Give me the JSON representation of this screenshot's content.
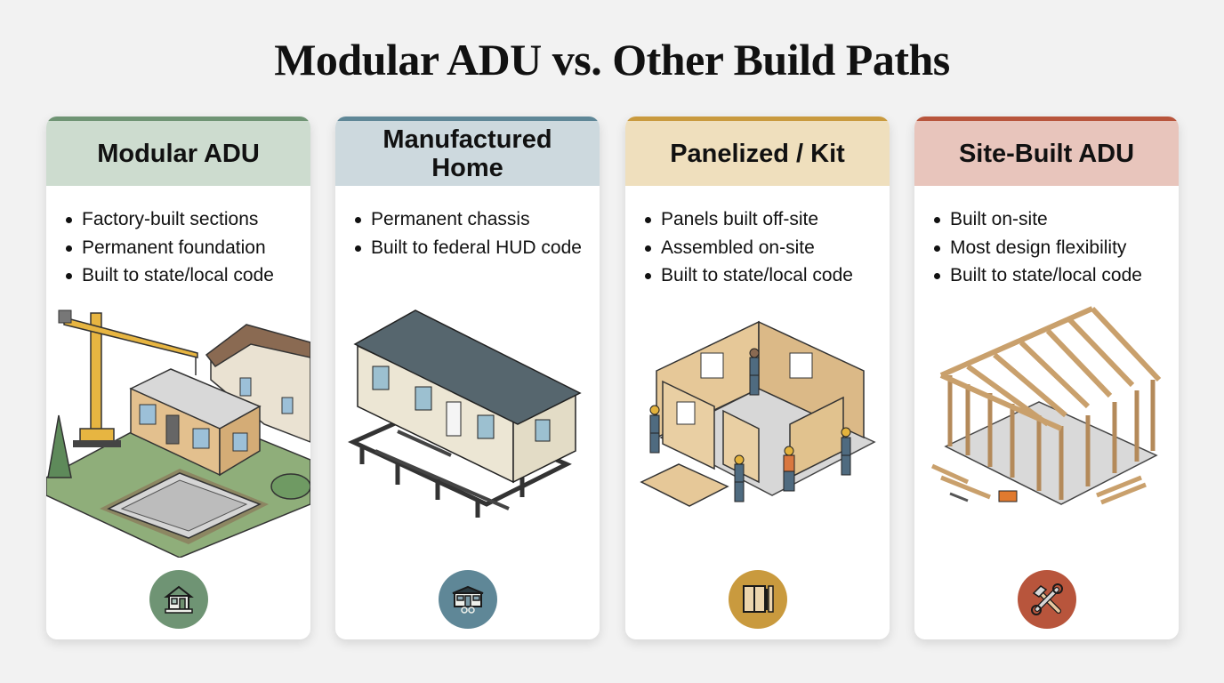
{
  "title": "Modular ADU vs. Other Build Paths",
  "cards": [
    {
      "heading": "Modular ADU",
      "header_bg": "#cddccf",
      "accent": "#6f9474",
      "bullets": [
        "Factory-built sections",
        "Permanent foundation",
        "Built to state/local code"
      ],
      "illustration": "crane-lifting-module-onto-foundation",
      "icon": "house-icon"
    },
    {
      "heading": "Manufactured Home",
      "header_bg": "#cdd9de",
      "accent": "#5f8797",
      "bullets": [
        "Permanent chassis",
        "Built to federal HUD code"
      ],
      "illustration": "manufactured-home-on-steel-chassis",
      "icon": "mobile-home-icon"
    },
    {
      "heading": "Panelized / Kit",
      "header_bg": "#efdfbd",
      "accent": "#c99a3e",
      "bullets": [
        "Panels built off-site",
        "Assembled on-site",
        "Built to state/local code"
      ],
      "illustration": "workers-assembling-wall-panels",
      "icon": "wall-panel-icon"
    },
    {
      "heading": "Site-Built ADU",
      "header_bg": "#e8c5bc",
      "accent": "#b8553c",
      "bullets": [
        "Built on-site",
        "Most design flexibility",
        "Built to state/local code"
      ],
      "illustration": "wood-stick-frame-house",
      "icon": "hammer-wrench-icon"
    }
  ]
}
